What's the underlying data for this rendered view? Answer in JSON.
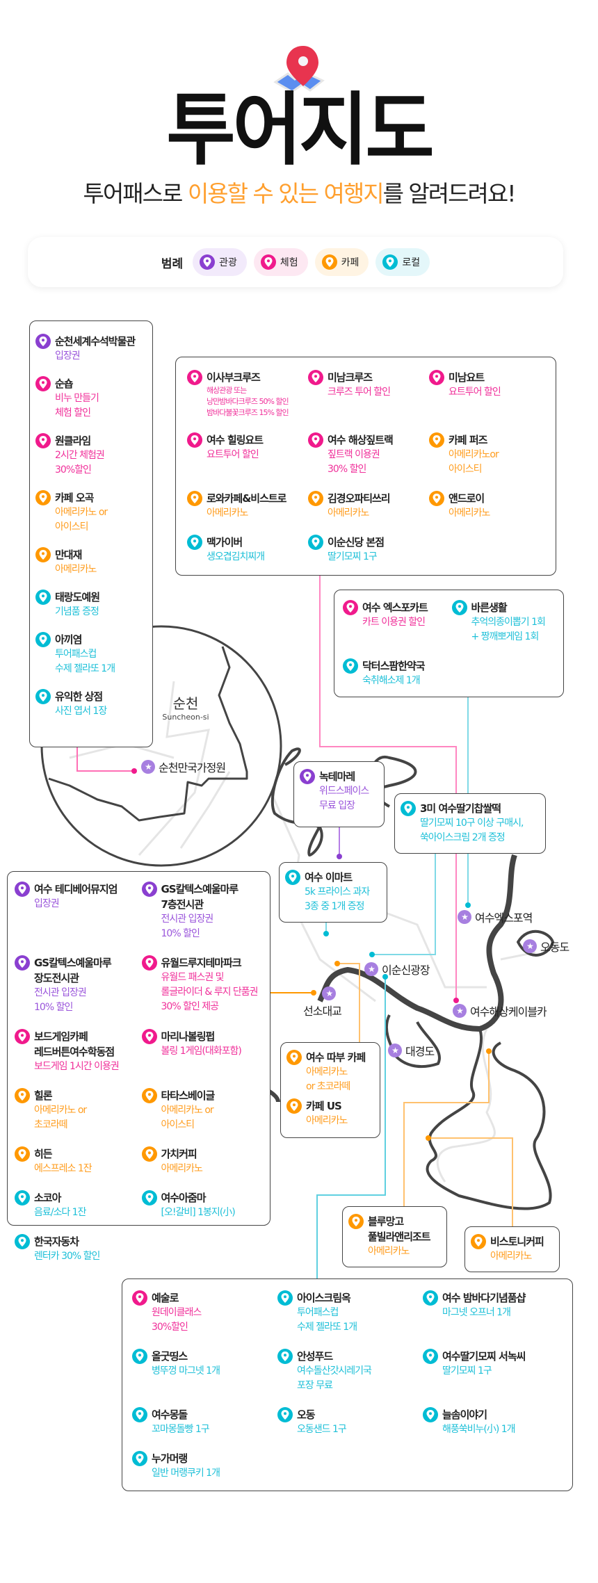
{
  "header": {
    "title": "투어지도",
    "subtitle_pre": "투어패스로 ",
    "subtitle_highlight": "이용할 수 있는 여행지",
    "subtitle_post": "를 알려드려요!"
  },
  "categories": {
    "tour": {
      "label": "관광",
      "color": "#8a3fd0",
      "text": "#9a55db",
      "bg": "#f2eafb"
    },
    "exp": {
      "label": "체험",
      "color": "#f01a8c",
      "text": "#f0309a",
      "bg": "#fde8f2"
    },
    "cafe": {
      "label": "카페",
      "color": "#ff9800",
      "text": "#ff9d1f",
      "bg": "#fff4e3"
    },
    "local": {
      "label": "로컬",
      "color": "#00bcd4",
      "text": "#1fc0d8",
      "bg": "#e4f7fa"
    }
  },
  "legend": {
    "label": "범례"
  },
  "city": {
    "ko": "순천",
    "en": "Suncheon-si"
  },
  "landmarks": [
    "순천만국가정원",
    "여수엑스포역",
    "오동도",
    "이순신광장",
    "선소대교",
    "여수해상케이블카",
    "대경도"
  ],
  "boxes": {
    "suncheon": {
      "items": [
        {
          "cat": "tour",
          "name": "순천세계수석박물관",
          "desc": [
            "입장권"
          ]
        },
        {
          "cat": "exp",
          "name": "순숍",
          "desc": [
            "비누 만들기",
            "체험 할인"
          ]
        },
        {
          "cat": "exp",
          "name": "원클라임",
          "desc": [
            "2시간 체험권",
            "30%할인"
          ]
        },
        {
          "cat": "cafe",
          "name": "카페 오곡",
          "desc": [
            "아메리카노 or",
            "아이스티"
          ]
        },
        {
          "cat": "cafe",
          "name": "만대재",
          "desc": [
            "아메리카노"
          ]
        },
        {
          "cat": "local",
          "name": "태랑도예원",
          "desc": [
            "기념품 증정"
          ]
        },
        {
          "cat": "local",
          "name": "아끼염",
          "desc": [
            "투어패스컵",
            "수제 젤라또 1개"
          ]
        },
        {
          "cat": "local",
          "name": "유익한 상점",
          "desc": [
            "사진 엽서 1장"
          ]
        }
      ]
    },
    "cruise": {
      "items": [
        {
          "cat": "exp",
          "name": "이사부크루즈",
          "small": true,
          "desc": [
            "해상관광 또는",
            "낭만밤바다크루즈 50% 할인",
            "밤바다불꽃크루즈 15% 할인"
          ]
        },
        {
          "cat": "exp",
          "name": "미남크루즈",
          "desc": [
            "크루즈 투어 할인"
          ]
        },
        {
          "cat": "exp",
          "name": "미남요트",
          "desc": [
            "요트투어 할인"
          ]
        },
        {
          "cat": "exp",
          "name": "여수 힐링요트",
          "desc": [
            "요트투어 할인"
          ]
        },
        {
          "cat": "exp",
          "name": "여수 해상짚트랙",
          "desc": [
            "짚트랙 이용권",
            "30% 할인"
          ]
        },
        {
          "cat": "cafe",
          "name": "카페 퍼즈",
          "desc": [
            "아메리카노or",
            "아이스티"
          ]
        },
        {
          "cat": "cafe",
          "name": "로와카페&비스트로",
          "desc": [
            "아메리카노"
          ]
        },
        {
          "cat": "cafe",
          "name": "김경오파티쓰리",
          "desc": [
            "아메리카노"
          ]
        },
        {
          "cat": "cafe",
          "name": "앤드로이",
          "desc": [
            "아메리카노"
          ]
        },
        {
          "cat": "local",
          "name": "맥가이버",
          "desc": [
            "생오겹김치찌개"
          ]
        },
        {
          "cat": "local",
          "name": "이순신당 본점",
          "desc": [
            "딸기모찌 1구"
          ]
        }
      ]
    },
    "expo": {
      "items": [
        {
          "cat": "exp",
          "name": "여수 엑스포카트",
          "desc": [
            "카트 이용권 할인"
          ]
        },
        {
          "cat": "local",
          "name": "바른생활",
          "desc": [
            "추억의종이뽑기 1회",
            "+ 짱깨뽀게임 1회"
          ]
        },
        {
          "cat": "local",
          "name": "닥터스팜한약국",
          "desc": [
            "숙취해소제 1개"
          ]
        }
      ]
    },
    "noktemare": {
      "items": [
        {
          "cat": "tour",
          "name": "녹테마레",
          "desc": [
            "위드스페이스",
            "무료 입장"
          ]
        }
      ]
    },
    "sammi": {
      "items": [
        {
          "cat": "local",
          "name": "3미 여수딸기찹쌀떡",
          "desc": [
            "딸기모찌 10구 이상 구매시,",
            "쑥아이스크림 2개 증정"
          ]
        }
      ]
    },
    "emart": {
      "items": [
        {
          "cat": "local",
          "name": "여수 이마트",
          "desc": [
            "5k 프라이스 과자",
            "3종 중 1개 증정"
          ]
        }
      ]
    },
    "yeosu": {
      "items": [
        {
          "cat": "tour",
          "name": "여수 테디베어뮤지엄",
          "desc": [
            "입장권"
          ]
        },
        {
          "cat": "tour",
          "name": "GS칼텍스예울마루\n7층전시관",
          "desc": [
            "전시관 입장권",
            "10% 할인"
          ]
        },
        {
          "cat": "tour",
          "name": "GS칼텍스예울마루\n장도전시관",
          "desc": [
            "전시관 입장권",
            "10% 할인"
          ]
        },
        {
          "cat": "exp",
          "name": "유월드루지테마파크",
          "desc": [
            "유월드 패스권 및",
            "롤글라이더 & 루지 단품권",
            "30% 할인 제공"
          ]
        },
        {
          "cat": "exp",
          "name": "보드게임카페\n레드버튼여수학동점",
          "desc": [
            "보드게임 1시간 이용권"
          ]
        },
        {
          "cat": "exp",
          "name": "마리나볼링펍",
          "desc": [
            "볼링 1게임(대화포함)"
          ]
        },
        {
          "cat": "cafe",
          "name": "힐론",
          "desc": [
            "아메리카노 or",
            "초코라떼"
          ]
        },
        {
          "cat": "cafe",
          "name": "타타스베이글",
          "desc": [
            "아메리카노 or",
            "아이스티"
          ]
        },
        {
          "cat": "cafe",
          "name": "히든",
          "desc": [
            "에스프레소 1잔"
          ]
        },
        {
          "cat": "cafe",
          "name": "가치커피",
          "desc": [
            "아메리카노"
          ]
        },
        {
          "cat": "local",
          "name": "소코아",
          "desc": [
            "음료/소다 1잔"
          ]
        },
        {
          "cat": "local",
          "name": "여수아줌마",
          "desc": [
            "[오!갈비] 1봉지(小)"
          ]
        },
        {
          "cat": "local",
          "name": "한국자동차",
          "desc": [
            "렌터카 30% 할인"
          ]
        }
      ]
    },
    "tabu": {
      "items": [
        {
          "cat": "cafe",
          "name": "여수 따부 카페",
          "desc": [
            "아메리카노",
            "or 초코라떼"
          ]
        },
        {
          "cat": "cafe",
          "name": "카페 US",
          "desc": [
            "아메리카노"
          ]
        }
      ]
    },
    "bluemango": {
      "items": [
        {
          "cat": "cafe",
          "name": "블루망고\n풀빌라앤리조트",
          "desc": [
            "아메리카노"
          ]
        }
      ]
    },
    "bistony": {
      "items": [
        {
          "cat": "cafe",
          "name": "비스토니커피",
          "desc": [
            "아메리카노"
          ]
        }
      ]
    },
    "bottom": {
      "items": [
        {
          "cat": "exp",
          "name": "예술로",
          "desc": [
            "원데이클래스",
            "30%할인"
          ]
        },
        {
          "cat": "local",
          "name": "아이스크림옥",
          "desc": [
            "투어패스컵",
            "수제 젤라또 1개"
          ]
        },
        {
          "cat": "local",
          "name": "여수 밤바다기념품샵",
          "desc": [
            "마그넷 오프너 1개"
          ]
        },
        {
          "cat": "local",
          "name": "올굿띵스",
          "desc": [
            "병뚜껑 마그넷 1개"
          ]
        },
        {
          "cat": "local",
          "name": "안성푸드",
          "desc": [
            "여수돌산갓시레기국",
            "포장 무료"
          ]
        },
        {
          "cat": "local",
          "name": "여수딸기모찌 서녹씨",
          "desc": [
            "딸기모찌 1구"
          ]
        },
        {
          "cat": "local",
          "name": "여수몽돌",
          "desc": [
            "꼬마몽돌빵 1구"
          ]
        },
        {
          "cat": "local",
          "name": "오동",
          "desc": [
            "오동샌드 1구"
          ]
        },
        {
          "cat": "local",
          "name": "늘솜이야기",
          "desc": [
            "해풍쑥비누(小) 1개"
          ]
        },
        {
          "cat": "local",
          "name": "누가머랭",
          "desc": [
            "일반 머랭쿠키 1개"
          ]
        }
      ]
    }
  }
}
